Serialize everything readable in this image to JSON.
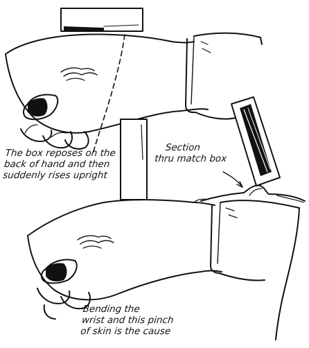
{
  "captions": {
    "box_reposes": {
      "line1": "The box reposes on the",
      "line2": "back of hand and then",
      "line3": "suddenly rises upright"
    },
    "section": {
      "line1": "Section",
      "line2": "thru match box"
    },
    "bending": {
      "line1": "Bending the",
      "line2": "wrist and this pinch",
      "line3": "of skin is the cause"
    }
  },
  "colors": {
    "ink": "#111111",
    "paper": "#ffffff"
  }
}
